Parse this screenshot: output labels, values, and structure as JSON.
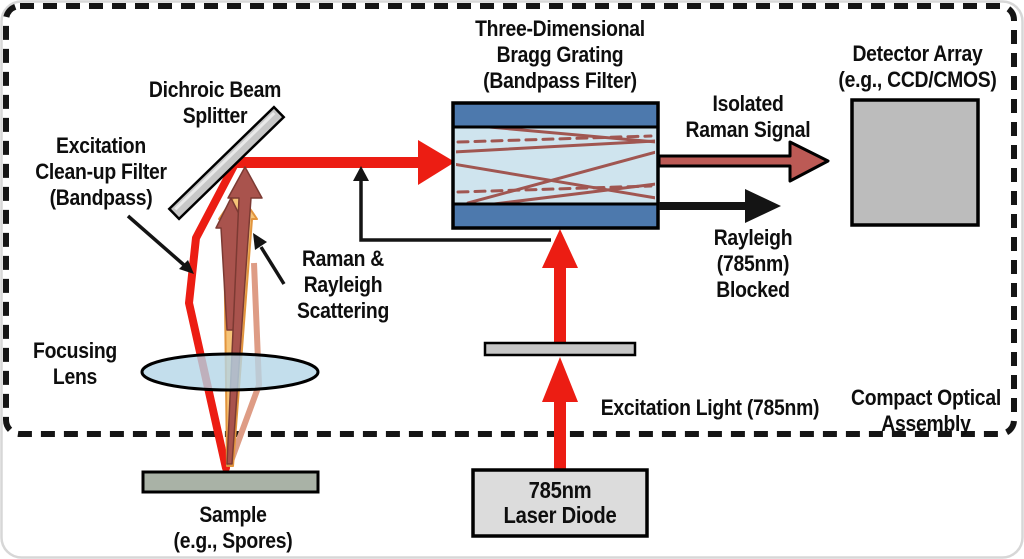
{
  "diagram": {
    "title_hint": "Raman spectroscopy compact optical assembly diagram",
    "labels": {
      "bragg_grating": [
        "Three-Dimensional",
        "Bragg Grating",
        "(Bandpass Filter)"
      ],
      "detector_array": [
        "Detector Array",
        "(e.g., CCD/CMOS)"
      ],
      "dichroic_splitter": [
        "Dichroic Beam",
        "Splitter"
      ],
      "cleanup_filter": [
        "Excitation",
        "Clean-up Filter",
        "(Bandpass)"
      ],
      "scattering": [
        "Raman &",
        "Rayleigh",
        "Scattering"
      ],
      "focusing_lens": [
        "Focusing",
        "Lens"
      ],
      "sample": [
        "Sample",
        "(e.g., Spores)"
      ],
      "laser_diode": [
        "785nm",
        "Laser Diode"
      ],
      "excitation_light": "Excitation Light (785nm)",
      "compact_assembly": [
        "Compact Optical",
        "Assembly"
      ],
      "isolated_raman": [
        "Isolated",
        "Raman Signal"
      ],
      "rayleigh_blocked": [
        "Rayleigh",
        "(785nm)",
        "Blocked"
      ]
    },
    "colors": {
      "excitation_red": "#ec1d13",
      "raman_brick": "#bc5a55",
      "scatter_dark_red": "#a9534d",
      "scatter_orange": "#f6c478",
      "scatter_salmon": "#de9c85",
      "grating_band_blue": "#4d79ad",
      "grating_core_blue": "#cfe4ee",
      "lens_blue": "#b4d6e7",
      "sample_green_gray": "#a9b2a6",
      "hardware_gray": "#c6c6c6",
      "detector_gray": "#bcbcbc",
      "laser_box_gray": "#dcdcdc",
      "outline_black": "#141414"
    }
  }
}
